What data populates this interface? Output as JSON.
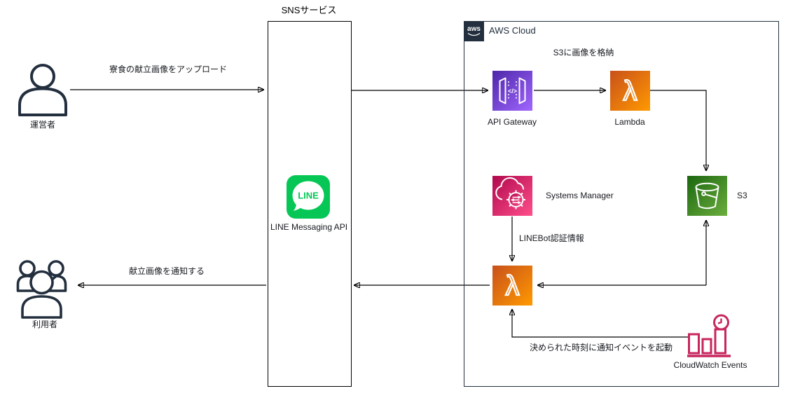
{
  "colors": {
    "accent-dark": "#232F3E",
    "apigw-1": "#4D27A8",
    "apigw-2": "#A166FF",
    "lambda-1": "#C8511B",
    "lambda-2": "#FF9900",
    "s3-1": "#1B660F",
    "s3-2": "#6CAE3E",
    "ssm-1": "#B0084D",
    "ssm-2": "#FF4F8B",
    "cloudwatch": "#C7265E",
    "line-green": "#06C755"
  },
  "titles": {
    "sns_box": "SNSサービス",
    "aws_box": "AWS Cloud",
    "aws_logo": "aws"
  },
  "actors": {
    "operator": "運営者",
    "user": "利用者"
  },
  "nodes": {
    "line_messaging_api": "LINE Messaging API",
    "line_icon_text": "LINE",
    "api_gateway": "API Gateway",
    "api_gateway_glyph": "</>",
    "lambda": "Lambda",
    "lambda_glyph": "λ",
    "s3": "S3",
    "systems_manager": "Systems Manager",
    "cloudwatch_events": "CloudWatch Events"
  },
  "edge_labels": {
    "upload": "寮食の献立画像をアップロード",
    "store": "S3に画像を格納",
    "credentials": "LINEBot認証情報",
    "notify": "献立画像を通知する",
    "schedule": "決められた時刻に通知イベントを起動"
  }
}
